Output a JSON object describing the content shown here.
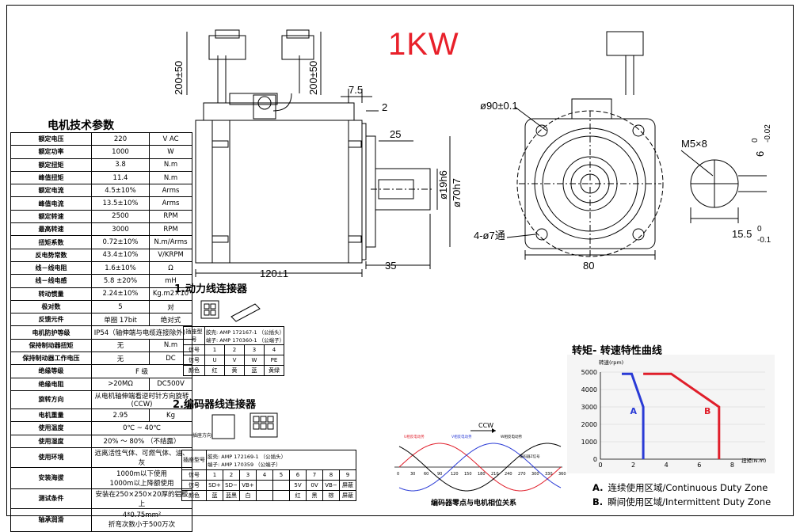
{
  "title": "1KW",
  "spec_title": "电机技术参数",
  "specs": [
    {
      "name": "额定电压",
      "value": "220",
      "unit": "V  AC"
    },
    {
      "name": "额定功率",
      "value": "1000",
      "unit": "W"
    },
    {
      "name": "额定扭矩",
      "value": "3.8",
      "unit": "N.m"
    },
    {
      "name": "峰值扭矩",
      "value": "11.4",
      "unit": "N.m"
    },
    {
      "name": "额定电流",
      "value": "4.5±10%",
      "unit": "Arms"
    },
    {
      "name": "峰值电流",
      "value": "13.5±10%",
      "unit": "Arms"
    },
    {
      "name": "额定转速",
      "value": "2500",
      "unit": "RPM"
    },
    {
      "name": "最高转速",
      "value": "3000",
      "unit": "RPM"
    },
    {
      "name": "扭矩系数",
      "value": "0.72±10%",
      "unit": "N.m/Arms"
    },
    {
      "name": "反电势常数",
      "value": "43.4±10%",
      "unit": "V/KRPM"
    },
    {
      "name": "线－线电阻",
      "value": "1.6±10%",
      "unit": "Ω"
    },
    {
      "name": "线－线电感",
      "value": "5.8 ±20%",
      "unit": "mH"
    },
    {
      "name": "转动惯量",
      "value": "2.24±10%",
      "unit": "Kg.m2×10"
    },
    {
      "name": "极对数",
      "value": "5",
      "unit": "对"
    },
    {
      "name": "反馈元件",
      "value": "单圈  17bit",
      "unit": "绝对式"
    },
    {
      "name": "电机防护等级",
      "value": "IP54（轴伸端与电缆连接除外）",
      "unit": ""
    },
    {
      "name": "保持制动器扭矩",
      "value": "无",
      "unit": "N.m"
    },
    {
      "name": "保持制动器工作电压",
      "value": "无",
      "unit": "DC"
    },
    {
      "name": "绝缘等级",
      "value": "F  级",
      "unit": ""
    },
    {
      "name": "绝缘电阻",
      "value": ">20MΩ",
      "unit": "DC500V"
    },
    {
      "name": "旋转方向",
      "value": "从电机轴伸端看逆时针方向旋转(CCW)",
      "unit": ""
    },
    {
      "name": "电机重量",
      "value": "2.95",
      "unit": "Kg"
    },
    {
      "name": "使用温度",
      "value": "0℃ ~ 40℃",
      "unit": ""
    },
    {
      "name": "使用湿度",
      "value": "20% ～ 80%  （不结露）",
      "unit": ""
    },
    {
      "name": "使用环境",
      "value": "远离活性气体、可燃气体、油、灰",
      "unit": ""
    },
    {
      "name": "安装海拔",
      "value": "1000m以下使用\n1000m以上降额使用",
      "unit": ""
    },
    {
      "name": "测试条件",
      "value": "安装在250×250×20厚的铝板上",
      "unit": ""
    },
    {
      "name": "轴承润滑",
      "value": "4*0.75mm²\n折弯次数小于500万次",
      "unit": ""
    }
  ],
  "dims": {
    "cable_left": "200±50",
    "cable_right": "200±50",
    "d_7_5": "7.5",
    "d_2": "2",
    "d_25": "25",
    "shaft_dia": "ø19h6",
    "flange_dia": "ø70h7",
    "length": "120±1",
    "shaft_len": "35",
    "pcd": "ø90±0.1",
    "holes": "4-ø7通",
    "square": "80",
    "thread": "M5×8",
    "key_w": "6",
    "key_w_tol_up": "0",
    "key_w_tol_lo": "-0.02",
    "key_h": "15.5",
    "key_h_tol_up": "0",
    "key_h_tol_lo": "-0.1"
  },
  "power_conn": {
    "title": "1.动力线连接器",
    "label": "插座型号",
    "model_line1": "胶壳: AMP 172167-1 （公插头）",
    "model_line2": "端子: AMP 170360-1 （公端子）",
    "row_pin": "信号",
    "pins": [
      "1",
      "2",
      "3",
      "4"
    ],
    "row_sig": "信号",
    "sigs": [
      "U",
      "V",
      "W",
      "PE"
    ],
    "row_color": "颜色",
    "colors": [
      "红",
      "黄",
      "蓝",
      "黄绿"
    ]
  },
  "enc_conn": {
    "title": "2.编码器线连接器",
    "tag": "插座方向",
    "label": "插座型号",
    "model_line1": "胶壳: AMP 172169-1 （公插头）",
    "model_line2": "端子: AMP 170359 （公端子）",
    "row_pin": "信号",
    "pins": [
      "1",
      "2",
      "3",
      "4",
      "5",
      "6",
      "7",
      "8",
      "9"
    ],
    "row_sig": "信号",
    "sigs": [
      "SD+",
      "SD−",
      "VB+",
      "",
      "",
      "5V",
      "0V",
      "VB−",
      "屏蔽"
    ],
    "row_color": "颜色",
    "colors": [
      "蓝",
      "蓝黑",
      "白",
      "",
      "",
      "红",
      "黑",
      "棕",
      "屏蔽"
    ]
  },
  "phase": {
    "direction": "CCW",
    "u_label": "U相反电动势",
    "v_label": "V相反电动势",
    "w_label": "W相反电动势",
    "z_label": "编码器Z信号",
    "axis_labels": [
      "0",
      "30",
      "60",
      "90",
      "120",
      "150",
      "180",
      "210",
      "240",
      "270",
      "300",
      "330",
      "360"
    ],
    "caption": "编码器零点与电机相位关系"
  },
  "chart_data": {
    "type": "line",
    "title": "转矩- 转速特性曲线",
    "xlabel": "扭矩(N.m)",
    "ylabel": "转速(rpm)",
    "xlim": [
      0,
      10
    ],
    "ylim": [
      0,
      5000
    ],
    "xticks": [
      0,
      2,
      4,
      6,
      8
    ],
    "yticks": [
      0,
      1000,
      2000,
      3000,
      4000,
      5000
    ],
    "series": [
      {
        "name": "A",
        "color": "#2a3bd6",
        "x": [
          1.3,
          1.9,
          2.6,
          2.6
        ],
        "y": [
          4900,
          4900,
          3000,
          0
        ]
      },
      {
        "name": "B",
        "color": "#e01e2a",
        "x": [
          2.6,
          3.8,
          4.3,
          7.2,
          7.2
        ],
        "y": [
          4900,
          4900,
          4900,
          3000,
          0
        ]
      }
    ],
    "legend": [
      {
        "key": "A.",
        "text": "连续使用区域/Continuous Duty Zone"
      },
      {
        "key": "B.",
        "text": "瞬间使用区域/Intermittent Duty Zone"
      }
    ]
  }
}
